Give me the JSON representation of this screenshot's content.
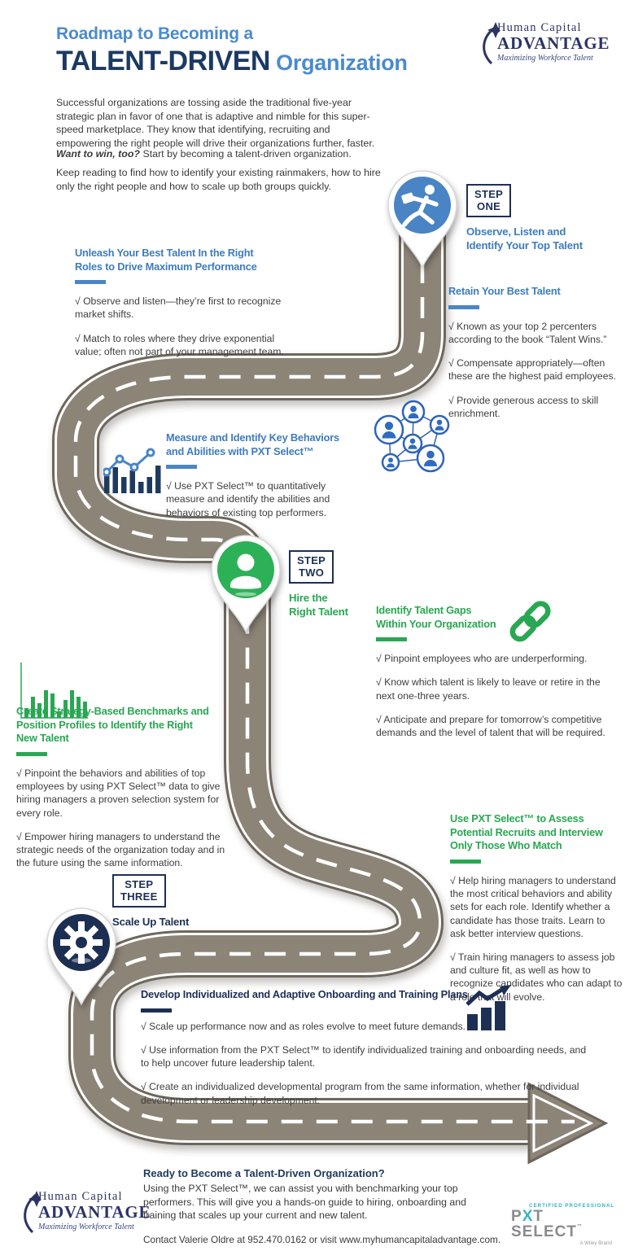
{
  "colors": {
    "title_blue": "#4a8bce",
    "title_navy": "#1b3a63",
    "heading_blue": "#3e7cbe",
    "heading_green": "#29a752",
    "heading_navy": "#1d3054",
    "pin_blue": "#4984c4",
    "pin_green": "#2db157",
    "pin_navy": "#1c2f53",
    "road_body": "#8d8478",
    "road_edge": "#6e665c",
    "pxt_teal": "#35b5c7",
    "pxt_gray": "#898b8d"
  },
  "icons": {
    "step1": "runner-icon",
    "step2": "person-icon",
    "step3": "gear-icon",
    "measure": "bar-line-chart-icon",
    "network": "network-people-icon",
    "benchmarks": "green-bar-chart-icon",
    "gaps": "chain-link-icon",
    "develop": "growth-chart-icon",
    "brand": "swoosh-star-icon"
  },
  "header": {
    "title_line1": "Roadmap to Becoming a",
    "title_emphasis": "TALENT-DRIVEN",
    "title_suffix": " Organization",
    "intro": "Successful organizations are tossing aside the traditional five-year strategic plan in favor of one that is adaptive and nimble for this super-speed marketplace. They know that identifying, recruiting and empowering the right people will drive their organizations further, faster.",
    "want_bold": "Want to win, too?",
    "want_rest": " Start by becoming a talent-driven organization.",
    "keep_reading": "Keep reading to find how to identify your existing rainmakers, how to hire only the right people and how to scale up both groups quickly."
  },
  "brand": {
    "line1": "Human Capital",
    "line2": "ADVANTAGE",
    "tagline": "Maximizing Workforce Talent"
  },
  "steps": [
    {
      "box_line1": "STEP",
      "box_line2": "ONE",
      "title_lines": [
        "Observe, Listen and",
        "Identify Your Top Talent"
      ]
    },
    {
      "box_line1": "STEP",
      "box_line2": "TWO",
      "title_lines": [
        "Hire the",
        "Right Talent"
      ]
    },
    {
      "box_line1": "STEP",
      "box_line2": "THREE",
      "title_lines": [
        "Scale Up Talent"
      ]
    }
  ],
  "sections": {
    "unleash": {
      "heading_lines": [
        "Unleash Your Best Talent In the Right",
        "Roles to Drive Maximum Performance"
      ],
      "bullets": [
        "√ Observe and listen—they’re first to recognize market shifts.",
        "√ Match to roles where they drive exponential value; often not part of your management team."
      ]
    },
    "retain": {
      "heading_lines": [
        "Retain Your Best Talent"
      ],
      "bullets": [
        "√ Known as your top 2 percenters according to the book “Talent Wins.”",
        "√ Compensate appropriately—often these are the highest paid employees.",
        "√ Provide generous access to skill enrichment."
      ]
    },
    "measure": {
      "heading_lines": [
        "Measure and Identify Key Behaviors",
        "and Abilities with PXT Select™"
      ],
      "bullets": [
        "√ Use PXT Select™ to quantitatively measure and identify the abilities and behaviors of existing top performers."
      ]
    },
    "gaps": {
      "heading_lines": [
        "Identify Talent Gaps",
        "Within Your Organization"
      ],
      "bullets": [
        "√ Pinpoint employees who are underperforming.",
        "√ Know which talent is likely to leave or retire in the next one-three years.",
        "√ Anticipate and prepare for tomorrow’s competitive demands and the level of talent that will be required."
      ]
    },
    "benchmarks": {
      "heading_lines": [
        "Create Strategy-Based Benchmarks and",
        "Position Profiles to Identify the Right",
        "New Talent"
      ],
      "bullets": [
        "√ Pinpoint the behaviors and abilities of top employees by using PXT Select™ data to give hiring managers a proven selection system for every role.",
        "√ Empower hiring managers to understand the strategic needs of the organization today and in the future using the same information."
      ]
    },
    "assess": {
      "heading_lines": [
        "Use PXT Select™ to Assess",
        "Potential Recruits and Interview",
        "Only Those Who Match"
      ],
      "bullets": [
        "√ Help hiring managers to understand the most critical behaviors and ability sets for each role. Identify whether a candidate has those traits. Learn to ask better interview questions.",
        "√ Train hiring managers to assess job and culture fit, as well as how to recognize candidates who can adapt to a role that will evolve."
      ]
    },
    "develop": {
      "heading_lines": [
        "Develop Individualized and Adaptive Onboarding and Training Plans"
      ],
      "bullets": [
        "√ Scale up performance now and as roles evolve to meet future demands.",
        "√ Use information from the PXT Select™ to identify individualized training and onboarding needs, and to help uncover future leadership talent.",
        "√ Create an individualized developmental program from the same information, whether for individual development or leadership development."
      ]
    }
  },
  "footer": {
    "heading": "Ready to Become a Talent-Driven Organization?",
    "body": "Using the PXT Select™, we can assist you with benchmarking your top performers. This will give you a hands-on guide to hiring, onboarding and training that scales up your current and new talent.",
    "contact": "Contact Valerie Oldre at 952.470.0162 or visit www.myhumancapitaladvantage.com."
  },
  "pxt": {
    "certified": "CERTIFIED PROFESSIONAL",
    "p": "P",
    "x": "X",
    "t_select": "T SELECT",
    "tm": "™",
    "wiley": "A Wiley Brand"
  }
}
